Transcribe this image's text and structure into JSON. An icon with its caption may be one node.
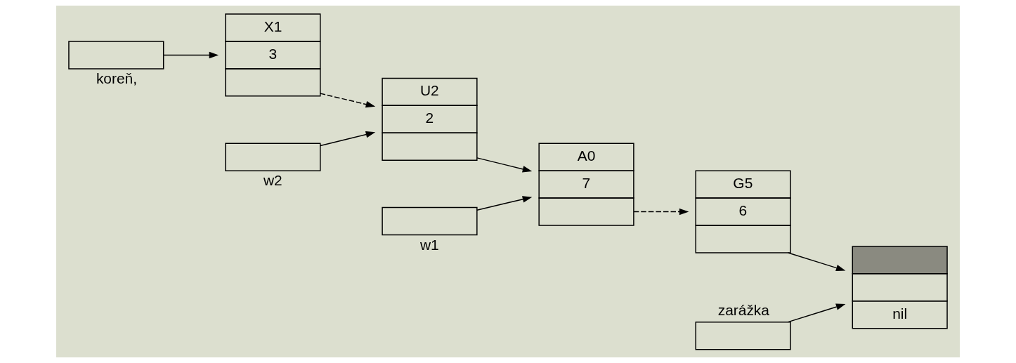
{
  "diagram": {
    "nodes": [
      {
        "text": [],
        "shape": "box",
        "beside": [
          "koreň,"
        ]
      },
      {
        "text": [
          "X1",
          "3"
        ]
      },
      {
        "text": [
          "U2",
          "2"
        ]
      },
      {
        "text": [
          "A0",
          "7"
        ]
      },
      {
        "text": [
          "G5",
          "6"
        ]
      },
      {
        "text": [
          "nil"
        ]
      },
      {
        "text": [],
        "shape": "box",
        "beside": [
          "zarážka"
        ]
      },
      {
        "text": [],
        "shape": "box",
        "beside": [
          "w2"
        ]
      },
      {
        "text": [],
        "shape": "box",
        "beside": [
          "w1"
        ]
      }
    ],
    "edges": [
      {
        "from": 0,
        "to": 1,
        "arrow": "to"
      },
      {
        "from": 1,
        "to": 2,
        "arrow": "to",
        "style": "dashed"
      },
      {
        "from": 2,
        "to": 3,
        "arrow": "to"
      },
      {
        "from": 3,
        "to": 4,
        "arrow": "to",
        "style": "dashed"
      },
      {
        "from": 4,
        "to": 5,
        "arrow": "to"
      },
      {
        "from": 6,
        "to": 5,
        "arrow": "to"
      },
      {
        "from": 7,
        "to": 2,
        "arrow": "to"
      },
      {
        "from": 8,
        "to": 3,
        "arrow": "to"
      }
    ]
  }
}
